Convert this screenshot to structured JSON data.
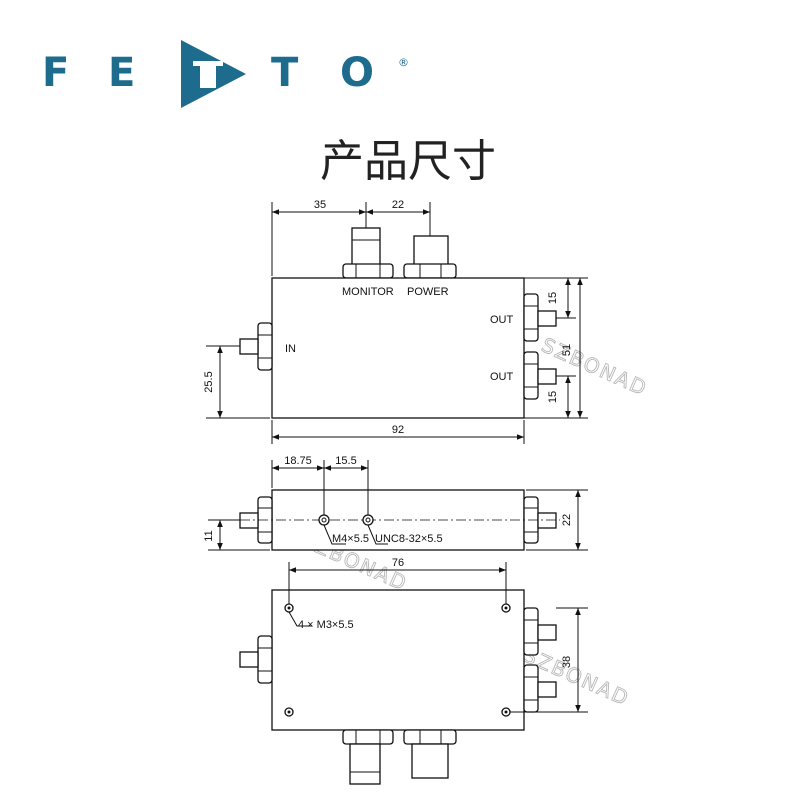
{
  "logo": {
    "letters": [
      "F",
      "E",
      "T",
      "O"
    ],
    "registered": "®",
    "color": "#1d6b8d"
  },
  "title": "产品尺寸",
  "watermark": "SZBONAD",
  "top_view": {
    "dims": {
      "d35": "35",
      "d22": "22",
      "d92": "92",
      "d25_5": "25.5",
      "d15a": "15",
      "d15b": "15",
      "d51": "51"
    },
    "labels": {
      "monitor": "MONITOR",
      "power": "POWER",
      "in": "IN",
      "out1": "OUT",
      "out2": "OUT"
    }
  },
  "side_view": {
    "dims": {
      "d18_75": "18.75",
      "d15_5": "15.5",
      "d11": "11",
      "d22": "22"
    },
    "labels": {
      "m4": "M4×5.5",
      "unc": "UNC8-32×5.5"
    }
  },
  "bottom_view": {
    "dims": {
      "d76": "76",
      "d38": "38"
    },
    "labels": {
      "holes": "4 × M3×5.5"
    }
  }
}
